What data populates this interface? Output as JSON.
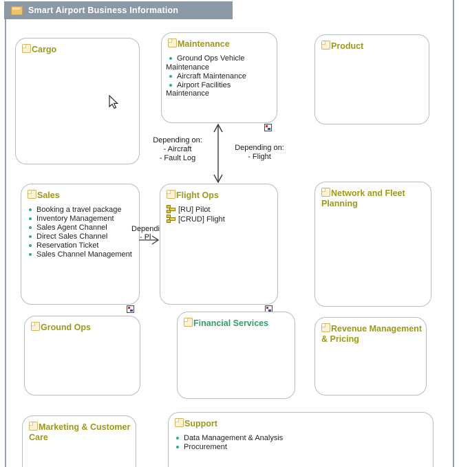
{
  "window": {
    "title": "Smart Airport Business Information"
  },
  "colors": {
    "titlebar_bg": "#8b98a6",
    "titlebar_text": "#ffffff",
    "box_border": "#b5bdc7",
    "title_olive": "#9c9a14",
    "title_green": "#2f9e68",
    "bullet_dot": "#2fae8f",
    "body_text": "#1f1f1f",
    "folder_icon": "#ecc56b"
  },
  "icons": {
    "titlebar": "folder-icon",
    "box_header": "note-icon",
    "flight_item": "crud-icon",
    "box_corner": "nested-model-icon",
    "pointer": "mouse-cursor"
  },
  "boxes": {
    "cargo": {
      "title": "Cargo"
    },
    "maintenance": {
      "title": "Maintenance",
      "items": [
        "Ground Ops Vehicle Maintenance",
        "Aircraft Maintenance",
        "Airport Facilities Maintenance"
      ]
    },
    "product": {
      "title": "Product"
    },
    "sales": {
      "title": "Sales",
      "items": [
        "Booking a travel package",
        "Inventory Management",
        "Sales Agent Channel",
        "Direct Sales Channel",
        "Reservation Ticket",
        "Sales Channel Management"
      ]
    },
    "flight_ops": {
      "title": "Flight Ops",
      "items": [
        "[RU] Pilot",
        "[CRUD] Flight"
      ]
    },
    "network_fleet": {
      "title": "Network and Fleet Planning"
    },
    "ground_ops": {
      "title": "Ground Ops"
    },
    "financial_services": {
      "title": "Financial Services"
    },
    "revenue_pricing": {
      "title": "Revenue Management & Pricing"
    },
    "marketing_care": {
      "title": "Marketing & Customer Care"
    },
    "support": {
      "title": "Support",
      "items": [
        "Data Management & Analysis",
        "Procurement"
      ]
    }
  },
  "connections": {
    "maintenance_flightops": {
      "left_label": [
        "Depending on:",
        "- Aircraft",
        "- Fault Log"
      ],
      "right_label": [
        "Depending on:",
        "- Flight"
      ]
    },
    "sales_flightops": {
      "label_clipped": [
        "Dependi",
        "- Pl"
      ]
    }
  }
}
